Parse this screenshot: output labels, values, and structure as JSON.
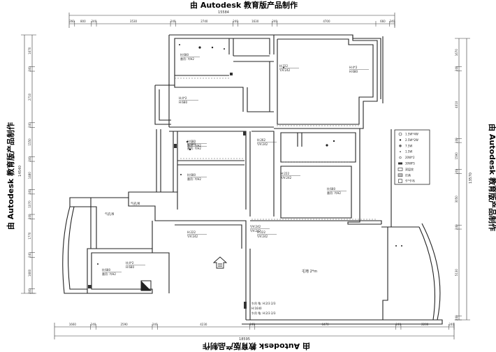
{
  "watermark": {
    "top": "由 Autodesk 教育版产品制作",
    "bottom": "由 Autodesk 教育版产品制作",
    "left": "由 Autodesk 教育版产品制作",
    "right": "由 Autodesk 教育版产品制作"
  },
  "dimensions": {
    "top_total": "15584",
    "top_segments": [
      "260",
      "800",
      "240",
      "3530",
      "240",
      "2740",
      "240",
      "1630",
      "240",
      "4700",
      "660",
      "240"
    ],
    "bottom_total": "18595",
    "bottom_segments": [
      "1660",
      "240",
      "2590",
      "240",
      "4230",
      "240",
      "6470",
      "240",
      "2200",
      "240"
    ],
    "left_total": "14540",
    "left_segments": [
      "1670",
      "240",
      "2710",
      "240",
      "1550",
      "240",
      "1480",
      "240",
      "1070",
      "240",
      "1770",
      "240",
      "1660",
      "240"
    ],
    "right_total": "13570",
    "right_segments": [
      "1670",
      "240",
      "4010",
      "240",
      "1590",
      "240",
      "3050",
      "240",
      "5130",
      "240"
    ]
  },
  "room_labels": [
    {
      "h": "H:680",
      "v": "普吊: Y/H2"
    },
    {
      "h": "H:4*2",
      "v": "H:680"
    },
    {
      "h": "H:222",
      "v": "Y/V:242"
    },
    {
      "h": "H:4*2",
      "v": "H:680"
    },
    {
      "h": "H:680",
      "v": "普吊: Y/H2"
    },
    {
      "h": "H:262",
      "v": "Y/V:242"
    },
    {
      "h": "H:680",
      "v": "普吊: Y/H2"
    },
    {
      "h": "H:680",
      "v": "普吊: Y/H2"
    },
    {
      "h": "H:222",
      "v": "Y/V:242"
    },
    {
      "h": "H:680",
      "v": "普吊: Y/H2"
    },
    {
      "h": "Y/V:242",
      "v": "Y/V:242"
    },
    {
      "h": "H:222",
      "v": "Y/V:242"
    },
    {
      "h": "H:222",
      "v": "Y/V:242"
    },
    {
      "h": "H:680",
      "v": "普吊: Y/H2"
    },
    {
      "h": "H:4*2",
      "v": "H:680"
    }
  ],
  "small_labels": {
    "corridor": "气孔吊",
    "living": "乇地 2*m",
    "pipe_room": "气孔吊",
    "notes": [
      "乍吊 龟: H:2/3 2/3",
      "H:1640",
      "乍吊 龟: H:2/3 2/3"
    ]
  },
  "legend": {
    "items": [
      {
        "symbol": "ceiling-lamp",
        "text": "1.5W*4W"
      },
      {
        "symbol": "spot-light",
        "text": "2.5W*2W"
      },
      {
        "symbol": "down-light",
        "text": "7.5W"
      },
      {
        "symbol": "dot",
        "text": "1.5W"
      },
      {
        "symbol": "small-dot",
        "text": "20W*2"
      },
      {
        "symbol": "fan",
        "text": "30WFS"
      },
      {
        "symbol": "panel",
        "text": "双层纹"
      },
      {
        "symbol": "grid",
        "text": "灯具"
      },
      {
        "symbol": "box",
        "text": "乍*乍布"
      }
    ]
  }
}
